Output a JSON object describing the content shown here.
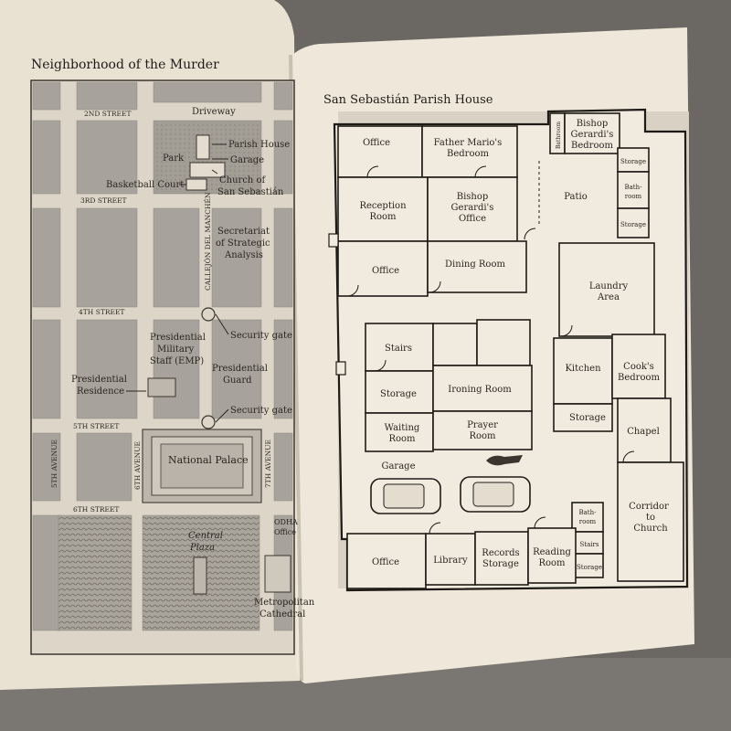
{
  "left_page": {
    "title": "Neighborhood of the Murder",
    "streets": {
      "second": "2ND STREET",
      "driveway": "Driveway",
      "third": "3RD STREET",
      "fourth": "4TH STREET",
      "fifth": "5TH STREET",
      "sixth": "6TH STREET",
      "fifth_avenue": "5TH AVENUE",
      "sixth_avenue": "6TH AVENUE",
      "seventh_avenue": "7TH AVENUE",
      "callejon": "CALLEJÓN DEL MANCHÉN"
    },
    "places": {
      "parish_house": "Parish House",
      "garage": "Garage",
      "park": "Park",
      "church_line1": "Church of",
      "church_line2": "San Sebastián",
      "basketball_court": "Basketball Court",
      "secretariat_1": "Secretariat",
      "secretariat_2": "of Strategic",
      "secretariat_3": "Analysis",
      "security_gate_1": "Security gate",
      "security_gate_2": "Security gate",
      "emp_1": "Presidential",
      "emp_2": "Military",
      "emp_3": "Staff (EMP)",
      "guard_1": "Presidential",
      "guard_2": "Guard",
      "residence_1": "Presidential",
      "residence_2": "Residence",
      "national_palace": "National Palace",
      "central_plaza_1": "Central",
      "central_plaza_2": "Plaza",
      "odha_1": "ODHA",
      "odha_2": "Office",
      "cathedral_1": "Metropolitan",
      "cathedral_2": "Cathedral"
    }
  },
  "right_page": {
    "title": "San Sebastián Parish House",
    "rooms": {
      "office_top": "Office",
      "mario_1": "Father Mario's",
      "mario_2": "Bedroom",
      "bathroom_vert": "Bathroom",
      "gerardi_bed_1": "Bishop",
      "gerardi_bed_2": "Gerardi's",
      "gerardi_bed_3": "Bedroom",
      "storage_a": "Storage",
      "bath_1": "Bath-",
      "bath_2": "room",
      "storage_b": "Storage",
      "patio": "Patio",
      "reception_1": "Reception",
      "reception_2": "Room",
      "gerardi_off_1": "Bishop",
      "gerardi_off_2": "Gerardi's",
      "gerardi_off_3": "Office",
      "office_mid": "Office",
      "dining": "Dining Room",
      "laundry_1": "Laundry",
      "laundry_2": "Area",
      "stairs": "Stairs",
      "storage_c": "Storage",
      "ironing": "Ironing Room",
      "kitchen": "Kitchen",
      "cook_1": "Cook's",
      "cook_2": "Bedroom",
      "storage_d": "Storage",
      "chapel": "Chapel",
      "waiting_1": "Waiting",
      "waiting_2": "Room",
      "prayer_1": "Prayer",
      "prayer_2": "Room",
      "garage": "Garage",
      "corridor_1": "Corridor",
      "corridor_2": "to",
      "corridor_3": "Church",
      "bath2_1": "Bath-",
      "bath2_2": "room",
      "stairs_small": "Stairs",
      "storage_e": "Storage",
      "office_bottom": "Office",
      "library": "Library",
      "records_1": "Records",
      "records_2": "Storage",
      "reading_1": "Reading",
      "reading_2": "Room"
    }
  },
  "colors": {
    "paper": "#ece4d5",
    "block": "#a7a29b",
    "street": "#ded7c9",
    "ink": "#2a2620"
  }
}
